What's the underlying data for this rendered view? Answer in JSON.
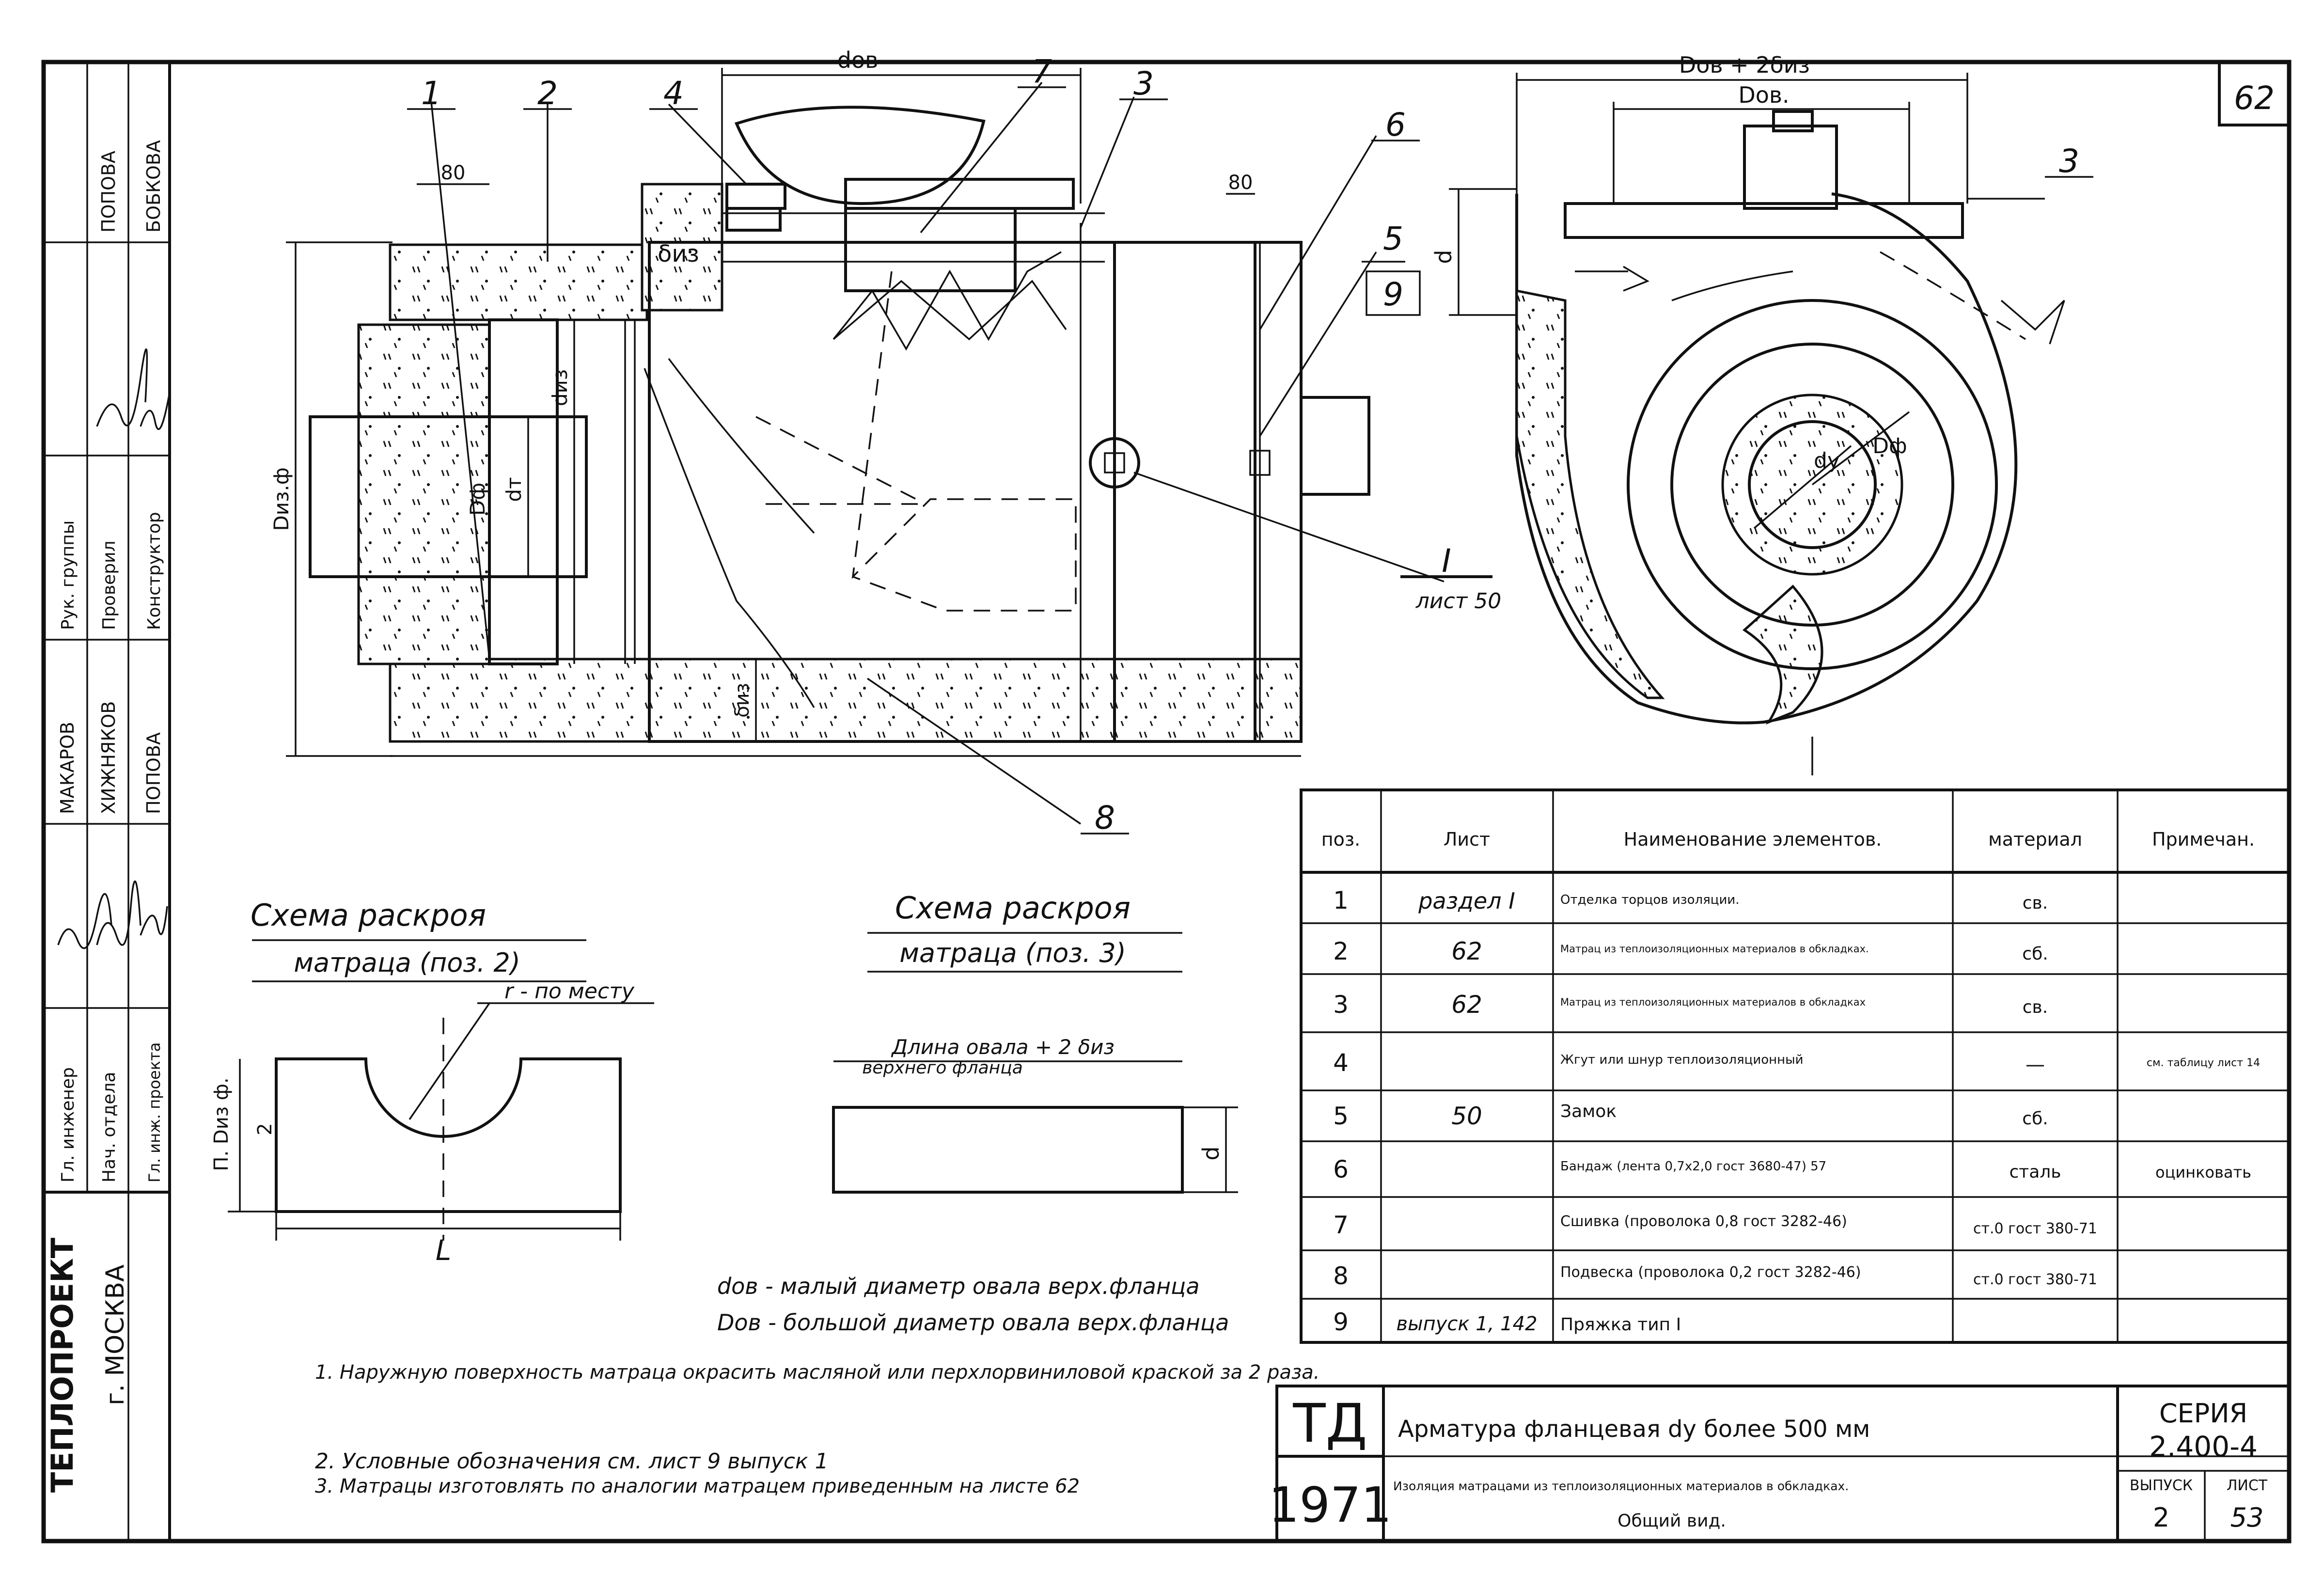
{
  "sheet": {
    "number": "62",
    "organization": "ТЕПЛОПРОЕКТ",
    "city": "г. МОСКВА",
    "series_label": "СЕРИЯ",
    "series": "2.400-4",
    "issue_label": "ВЫПУСК",
    "issue": "2",
    "sheet_label": "ЛИСТ",
    "sheet_no": "53",
    "stamp_top": "ТД",
    "stamp_year": "1971",
    "title_1": "Арматура фланцевая dy более 500 мм",
    "title_2": "Изоляция матрацами из теплоизоляционных материалов в обкладках.",
    "title_3": "Общий вид."
  },
  "signatures": [
    {
      "role": "Гл. инженер",
      "name": "МАКАРОВ"
    },
    {
      "role": "Нач. отдела",
      "name": "ХИЖНЯКОВ"
    },
    {
      "role": "Гл. инж. проекта",
      "name": "ПОПОВА"
    },
    {
      "role": "Рук. группы",
      "name": "ПОПОВА"
    },
    {
      "role": "Проверил",
      "name": ""
    },
    {
      "role": "Конструктор",
      "name": "БОБКОВА"
    }
  ],
  "drawing_labels": {
    "dov": "dов",
    "Dov_2": "Dов + 2δиз",
    "Dov": "Dов.",
    "d_iz": "dиз",
    "dt": "dт",
    "Dphi": "Dф",
    "Diz_phi": "Dиз.ф",
    "delta_iz": "δиз",
    "delta_iz_2": "δиз",
    "dim_80a": "80",
    "dim_80b": "80",
    "d": "d",
    "dy": "dу",
    "dphi2": "Dф",
    "detail_I": "I",
    "detail_sheet": "лист 50",
    "pos_1": "1",
    "pos_2": "2",
    "pos_3": "3",
    "pos_3b": "3",
    "pos_4": "4",
    "pos_5": "5",
    "pos_6": "6",
    "pos_7": "7",
    "pos_8": "8",
    "pos_9": "9"
  },
  "scheme_2": {
    "title_1": "Схема раскроя",
    "title_2": "матраца (поз. 2)",
    "radius_note": "r - по месту",
    "dim_left": "П. Dиз ф.",
    "dim_small": "2",
    "dim_bottom": "L"
  },
  "scheme_3": {
    "title_1": "Схема раскроя",
    "title_2": "матраца (поз. 3)",
    "length_note": "Длина овала + 2 δиз",
    "length_note_2": "верхнего фланца",
    "dim_right": "d"
  },
  "legend": {
    "dov_def": "dов - малый диаметр овала верх.фланца",
    "Dov_def": "Dов - большой диаметр овала верх.фланца"
  },
  "notes": [
    "1. Наружную поверхность матраца окрасить масляной или перхлорвиниловой краской за 2 раза.",
    "2. Условные обозначения см. лист 9 выпуск 1",
    "3. Матрацы изготовлять по аналогии матрацем приведенным на листе 62"
  ],
  "spec_table": {
    "headers": [
      "поз.",
      "Лист",
      "Наименование элементов.",
      "материал",
      "Примечан."
    ],
    "rows": [
      [
        "1",
        "раздел I",
        "Отделка торцов изоляции.",
        "св.",
        ""
      ],
      [
        "2",
        "62",
        "Матрац из теплоизоляционных материалов в обкладках.",
        "сб.",
        ""
      ],
      [
        "3",
        "62",
        "Матрац из теплоизоляционных материалов в обкладках",
        "св.",
        ""
      ],
      [
        "4",
        "",
        "Жгут или шнур теплоизоляционный",
        "—",
        "см. таблицу лист 14"
      ],
      [
        "5",
        "50",
        "Замок",
        "сб.",
        ""
      ],
      [
        "6",
        "",
        "Бандаж (лента 0,7x2,0 гост 3680-47) 57",
        "сталь",
        "оцинковать"
      ],
      [
        "7",
        "",
        "Сшивка (проволока 0,8 гост 3282-46)",
        "ст.0 гост 380-71",
        ""
      ],
      [
        "8",
        "",
        "Подвеска (проволока 0,2 гост 3282-46)",
        "ст.0 гост 380-71",
        ""
      ],
      [
        "9",
        "выпуск 1, 142",
        "Пряжка тип I",
        "",
        ""
      ]
    ]
  }
}
